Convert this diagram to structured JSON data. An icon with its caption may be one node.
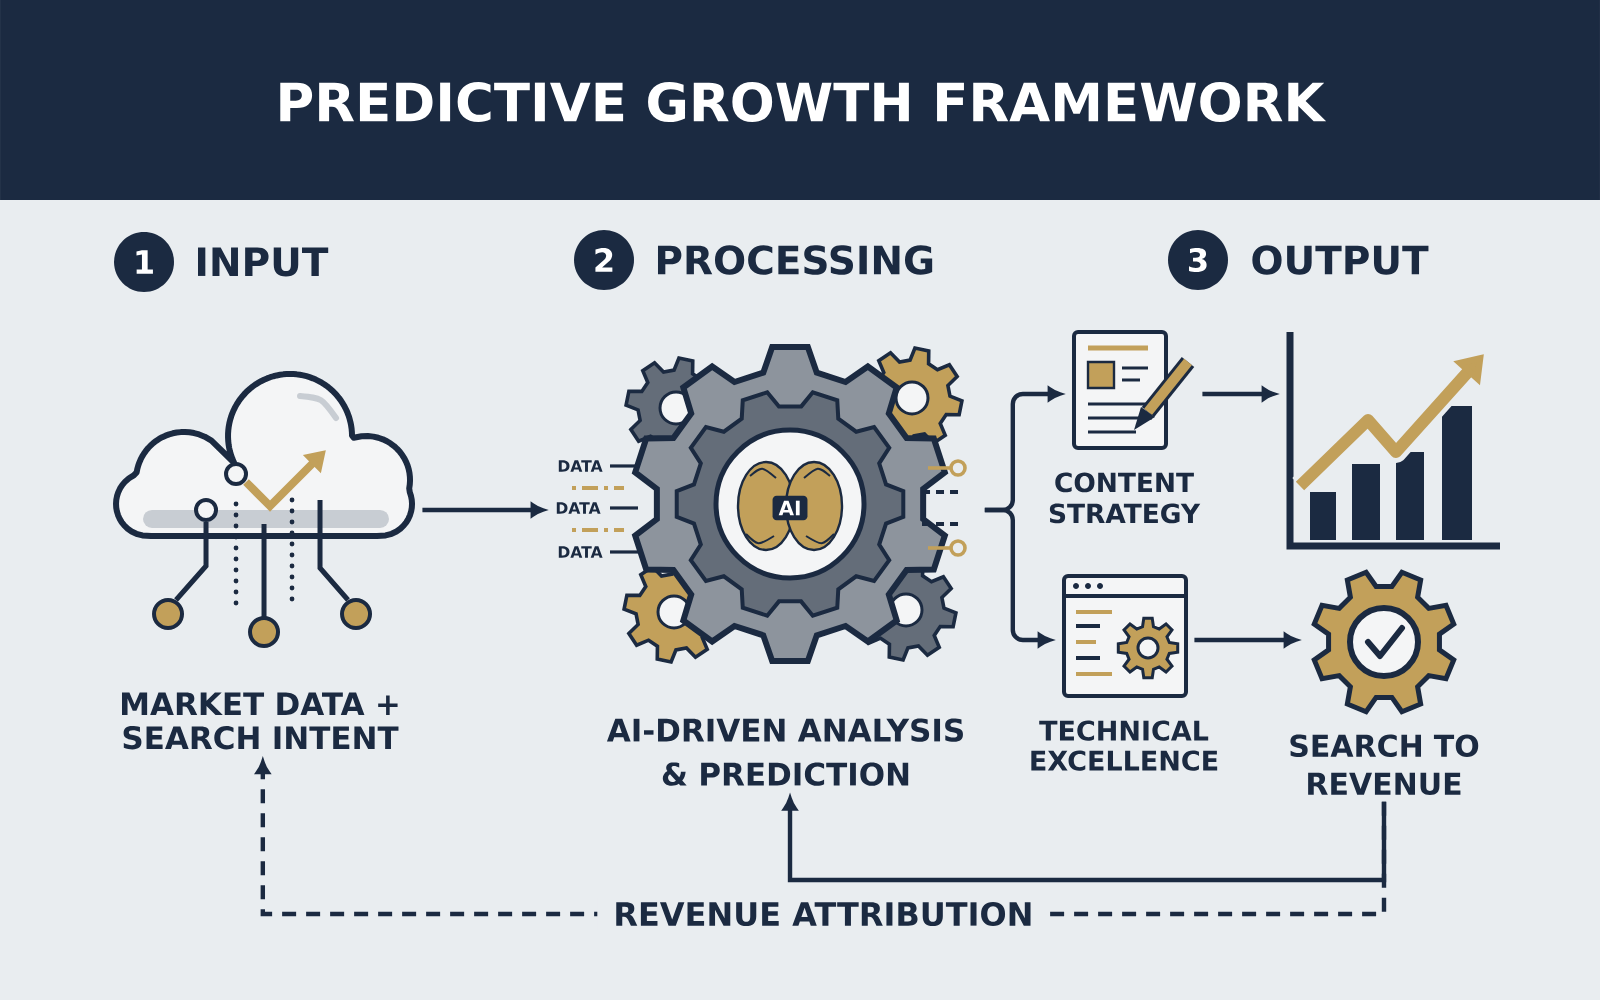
{
  "diagram": {
    "title": "PREDICTIVE GROWTH FRAMEWORK",
    "nodes": [
      {
        "text": [
          "MARKET DATA + SEARCH INTENT"
        ]
      },
      {
        "text": [
          "DATA",
          "DATA",
          "DATA",
          "AI-DRIVEN ANALYSIS & PREDICTION"
        ]
      },
      {
        "text": [
          "AI"
        ],
        "in": 1
      },
      {
        "text": [
          "CONTENT STRATEGY"
        ]
      },
      {
        "text": [],
        "shape": "picture"
      },
      {
        "text": [
          "TECHNICAL EXCELLENCE"
        ]
      },
      {
        "text": [
          "SEARCH TO REVENUE"
        ]
      }
    ],
    "edges": [
      {
        "from": 0,
        "to": 1,
        "arrow": "to"
      },
      {
        "from": 1,
        "to": 3,
        "arrow": "to"
      },
      {
        "from": 1,
        "to": 5,
        "arrow": "to"
      },
      {
        "from": 3,
        "to": 4,
        "arrow": "to"
      },
      {
        "from": 5,
        "to": 6,
        "arrow": "to"
      },
      {
        "from": 6,
        "to": 1,
        "arrow": "to"
      },
      {
        "from": 6,
        "to": 0,
        "arrow": "to",
        "style": "dashed",
        "label": "REVENUE ATTRIBUTION"
      }
    ],
    "labels": [
      "1",
      "INPUT",
      "2",
      "PROCESSING",
      "3",
      "OUTPUT"
    ]
  }
}
